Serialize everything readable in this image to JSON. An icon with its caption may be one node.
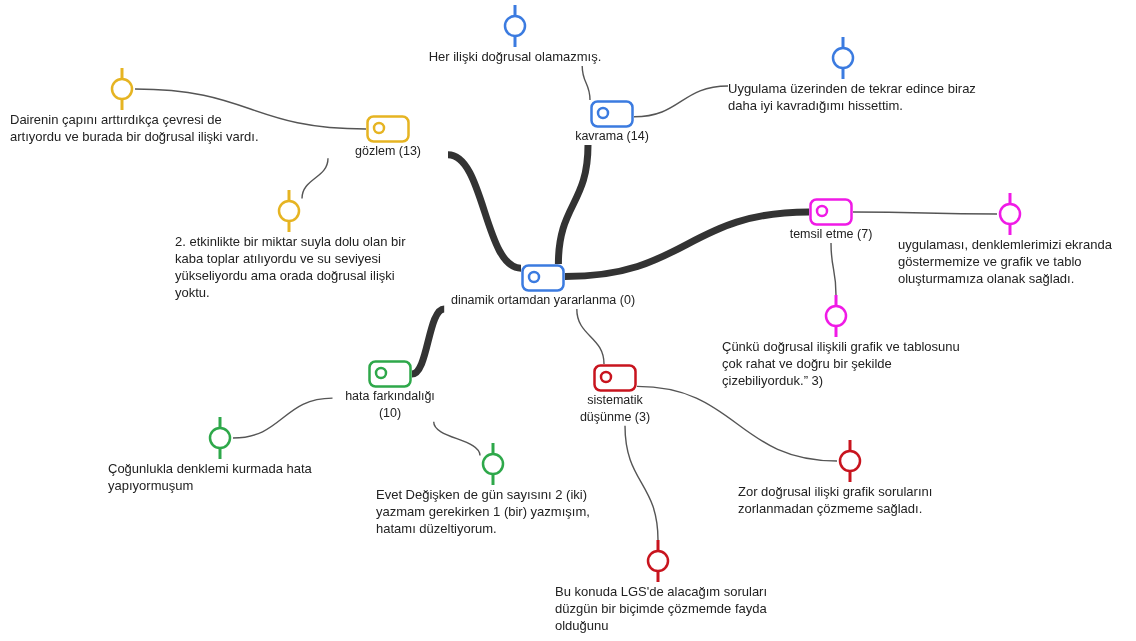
{
  "diagram": {
    "nodes": [
      {
        "text": [
          "dinamik ortamdan yararlanma (0)"
        ]
      },
      {
        "text": [
          "gözlem (13)"
        ]
      },
      {
        "text": [
          "Dairenin çapını arttırdıkça çevresi de artıyordu ve burada bir doğrusal ilişki vardı."
        ]
      },
      {
        "text": [
          "2. etkinlikte bir miktar suyla dolu olan bir kaba toplar atılıyordu ve su seviyesi yükseliyordu ama orada doğrusal ilişki yoktu."
        ]
      },
      {
        "text": [
          "kavrama (14)"
        ]
      },
      {
        "text": [
          "Her ilişki doğrusal olamazmış."
        ]
      },
      {
        "text": [
          "Uygulama üzerinden de tekrar edince biraz daha iyi kavradığımı hissettim."
        ]
      },
      {
        "text": [
          "temsil etme (7)"
        ]
      },
      {
        "text": [
          "uygulaması, denklemlerimizi ekranda göstermemize ve grafik ve tablo oluşturmamıza olanak sağladı."
        ]
      },
      {
        "text": [
          "Çünkü doğrusal ilişkili grafik ve tablosunu çok rahat ve doğru bir şekilde çizebiliyorduk.” 3)"
        ]
      },
      {
        "text": [
          "hata farkındalığı (10)"
        ]
      },
      {
        "text": [
          "Çoğunlukla denklemi kurmada hata yapıyormuşum"
        ]
      },
      {
        "text": [
          "Evet Değişken de gün sayısını 2 (iki) yazmam gerekirken 1 (bir) yazmışım, hatamı düzeltiyorum."
        ]
      },
      {
        "text": [
          "sistematik düşünme (3)"
        ]
      },
      {
        "text": [
          "Zor doğrusal ilişki grafik sorularını zorlanmadan çözmeme sağladı."
        ]
      },
      {
        "text": [
          "Bu konuda LGS'de alacağım soruları düzgün bir biçimde çözmemde fayda olduğunu"
        ]
      }
    ],
    "edges": [
      {
        "from": 0,
        "to": 1,
        "arrow": "none",
        "style": "thick"
      },
      {
        "from": 0,
        "to": 4,
        "arrow": "none",
        "style": "thick"
      },
      {
        "from": 0,
        "to": 7,
        "arrow": "none",
        "style": "thick"
      },
      {
        "from": 0,
        "to": 10,
        "arrow": "none",
        "style": "thick"
      },
      {
        "from": 0,
        "to": 13,
        "arrow": "none"
      },
      {
        "from": 1,
        "to": 2,
        "arrow": "none"
      },
      {
        "from": 1,
        "to": 3,
        "arrow": "none"
      },
      {
        "from": 4,
        "to": 5,
        "arrow": "none"
      },
      {
        "from": 4,
        "to": 6,
        "arrow": "none"
      },
      {
        "from": 7,
        "to": 8,
        "arrow": "none"
      },
      {
        "from": 7,
        "to": 9,
        "arrow": "none"
      },
      {
        "from": 10,
        "to": 11,
        "arrow": "none"
      },
      {
        "from": 10,
        "to": 12,
        "arrow": "none"
      },
      {
        "from": 13,
        "to": 14,
        "arrow": "none"
      },
      {
        "from": 13,
        "to": 15,
        "arrow": "none"
      }
    ]
  }
}
